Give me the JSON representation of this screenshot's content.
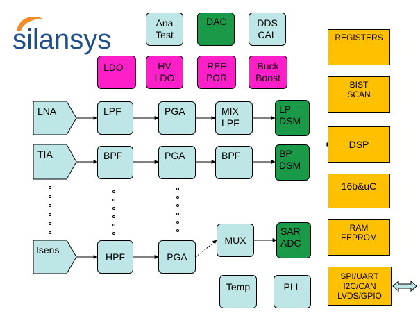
{
  "logo": {
    "text": "silansys",
    "color": "#1f4e8c",
    "swoosh_color": "#f28c28"
  },
  "top_row": [
    "Ana\nTest",
    "DAC",
    "DDS\nCAL"
  ],
  "power_row": [
    "LDO",
    "HV\nLDO",
    "REF\nPOR",
    "Buck\nBoost"
  ],
  "chain_lna": {
    "input": "LNA",
    "filter": "LPF",
    "amp": "PGA",
    "mix": "MIX\nLPF",
    "out": "LP\nDSM"
  },
  "chain_tia": {
    "input": "TIA",
    "filter": "BPF",
    "amp": "PGA",
    "bpf": "BPF",
    "out": "BP\nDSM"
  },
  "chain_isens": {
    "input": "Isens",
    "filter": "HPF",
    "amp": "PGA",
    "mux": "MUX",
    "out": "SAR\nADC"
  },
  "misc": {
    "temp": "Temp",
    "pll": "PLL"
  },
  "digital": [
    "REGISTERS",
    "BIST\nSCAN",
    "DSP",
    "16b&uC",
    "RAM\nEEPROM",
    "SPI/UART\nI2C/CAN\nLVDS/GPIO"
  ],
  "colors": {
    "analog": "#bfe6e6",
    "power": "#ff1fc8",
    "converter": "#1a9a48",
    "digital": "#ffc000"
  }
}
